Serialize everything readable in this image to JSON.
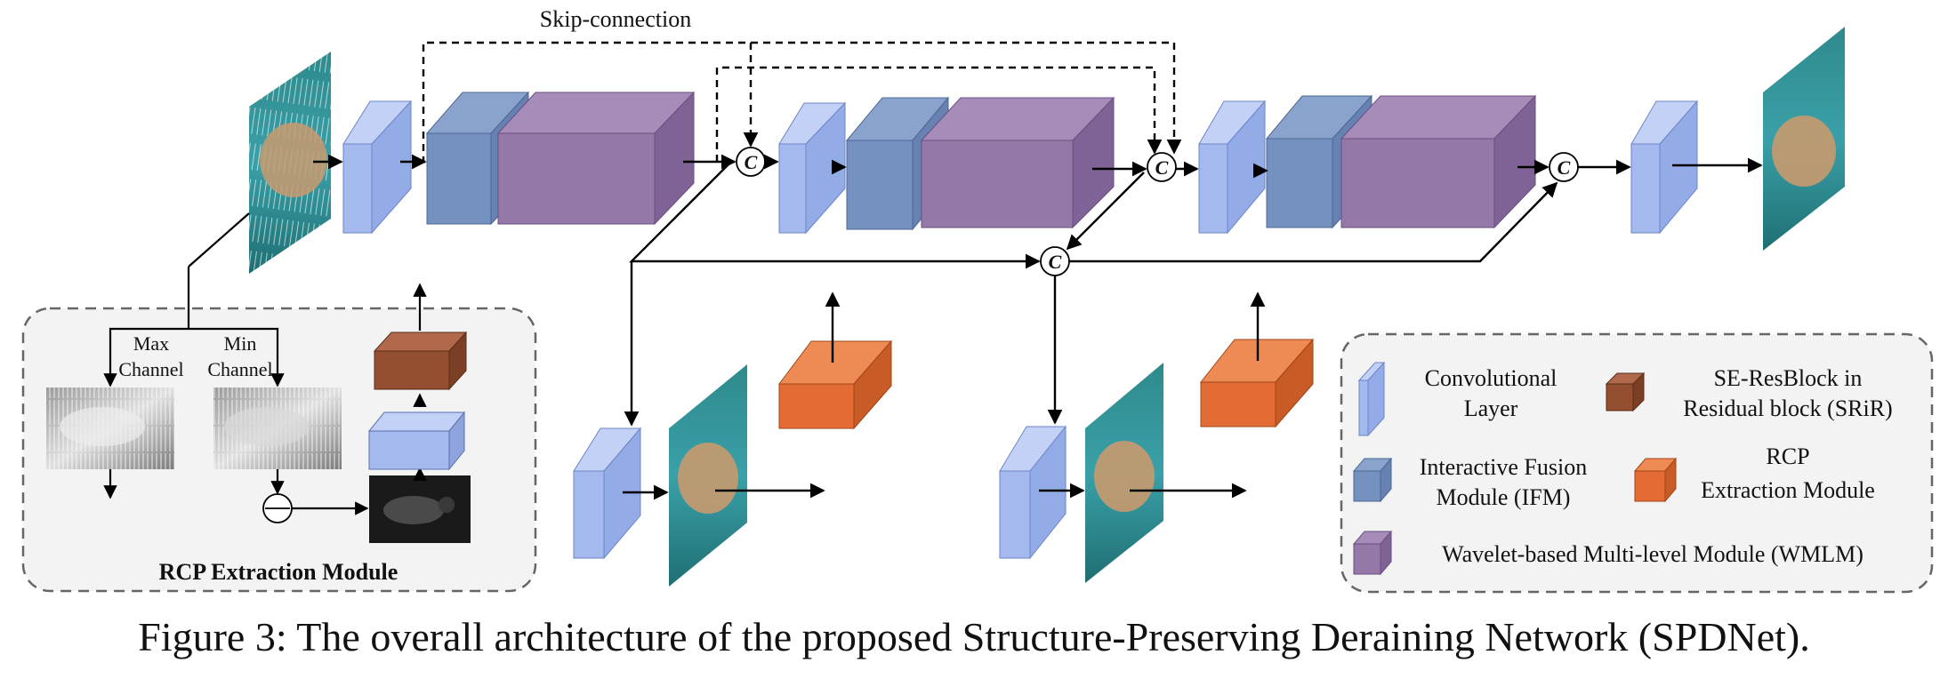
{
  "skip_connection_label": "Skip-connection",
  "concat_symbol": "C",
  "rcp_module": {
    "max_channel_label": [
      "Max",
      "Channel"
    ],
    "min_channel_label": [
      "Min",
      "Channel"
    ],
    "title": "RCP Extraction Module"
  },
  "legend": {
    "conv": [
      "Convolutional",
      "Layer"
    ],
    "seresblock": [
      "SE-ResBlock in",
      "Residual block (SRiR)"
    ],
    "ifm": [
      "Interactive Fusion",
      "Module (IFM)"
    ],
    "rcp": [
      "RCP",
      "Extraction Module"
    ],
    "wmlm": "Wavelet-based Multi-level Module (WMLM)"
  },
  "colors": {
    "conv": "#a4b9ee",
    "ifm": "#7591bf",
    "wmlm": "#9478a8",
    "rcp": "#e26c33",
    "seresblock": "#944f30",
    "panel_bg": "#f3f3f3",
    "panel_border": "#666666"
  },
  "caption": "Figure 3: The overall architecture of the proposed Structure-Preserving Deraining Network (SPDNet)."
}
